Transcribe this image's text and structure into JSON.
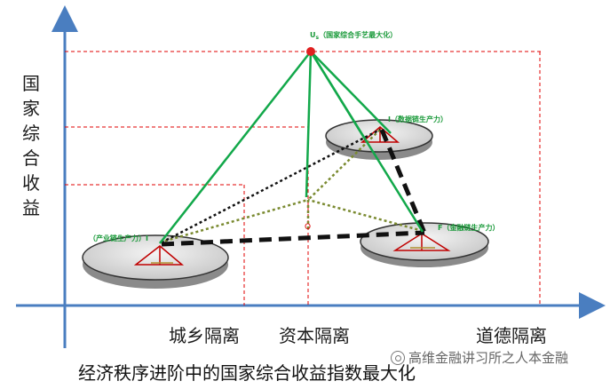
{
  "yaxis": {
    "label_chars": [
      "国",
      "家",
      "综",
      "合",
      "收",
      "益"
    ]
  },
  "xaxis": {
    "labels": [
      "城乡隔离",
      "资本隔离",
      "道德隔离"
    ]
  },
  "apex": {
    "label_main": "U",
    "label_sub": "s",
    "label_rest": "（国家综合手艺最大化）",
    "color": "#e02020"
  },
  "nodes": {
    "industry": "（产业链生产力）I",
    "data": "I（数据链生产力）",
    "finance": "F（金融链生产力）"
  },
  "center_label": "O",
  "caption": "经济秩序进阶中的国家综合收益指数最大化",
  "watermark": "高维金融讲习所之人本金融",
  "colors": {
    "axis": "#4a7ec0",
    "green": "#12a84a",
    "dashed_red": "#e00000",
    "olive": "#7a8a30",
    "dark": "#111111"
  }
}
